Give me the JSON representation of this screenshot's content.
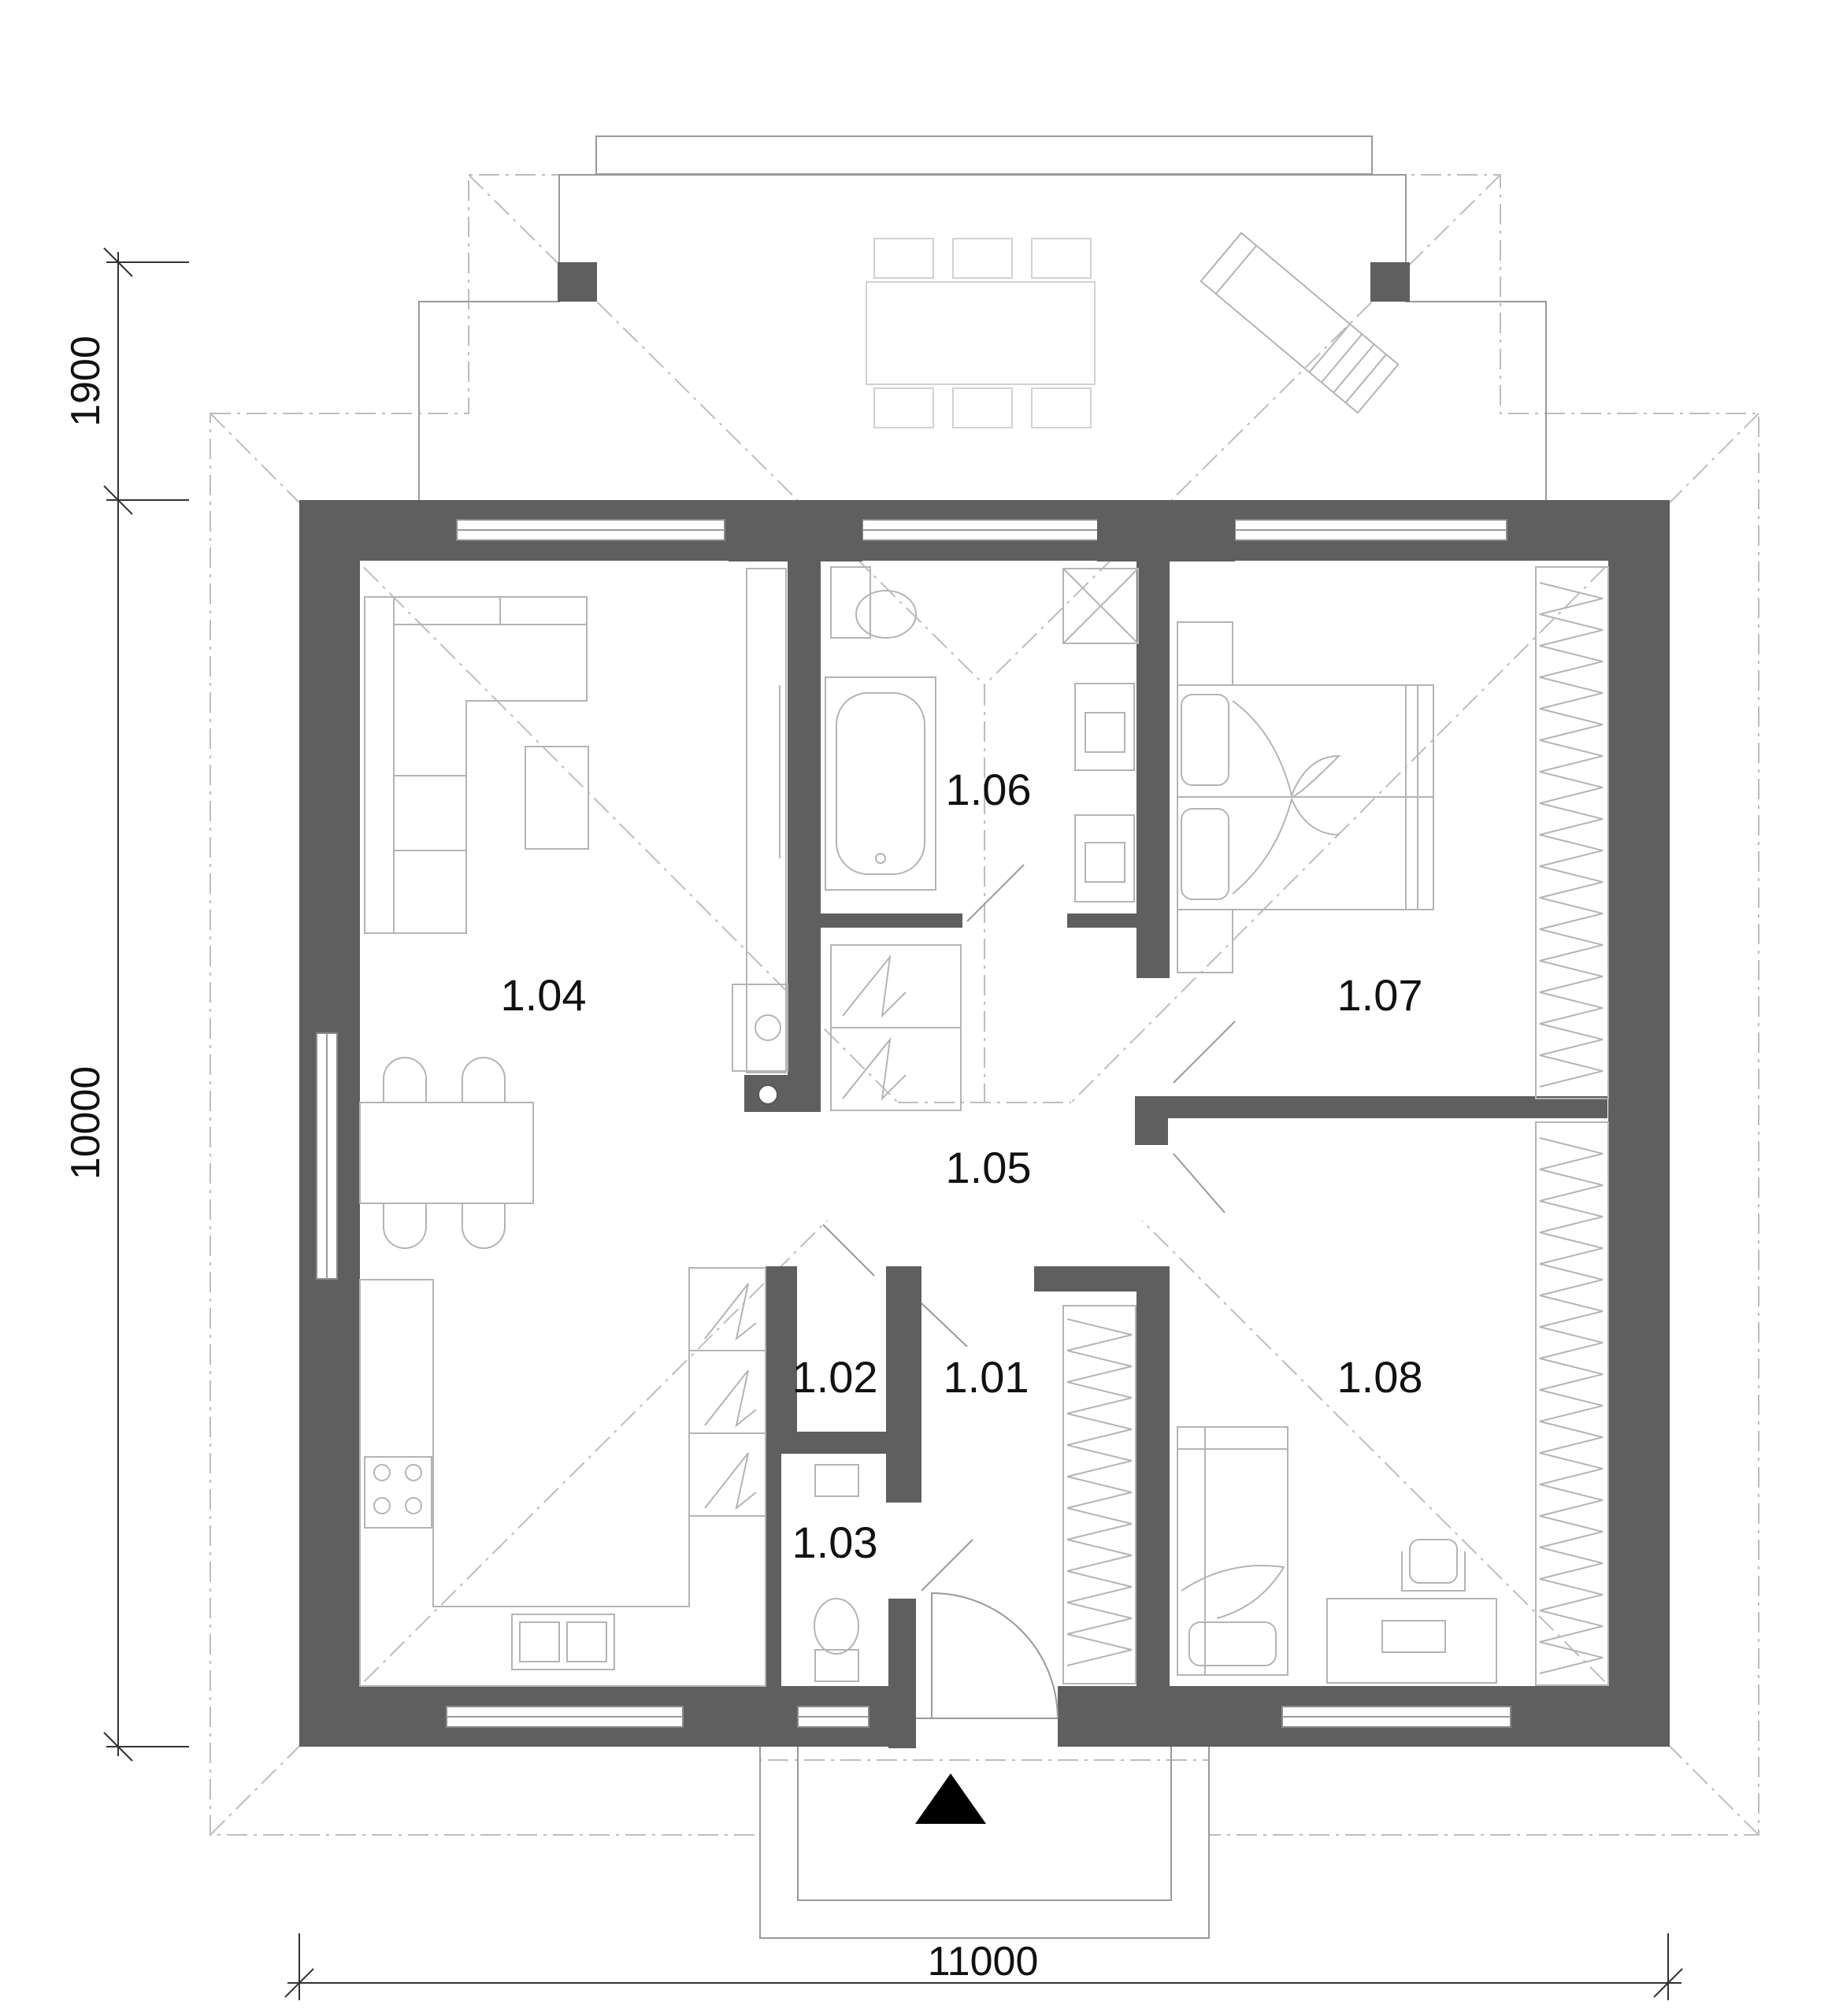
{
  "rooms": {
    "r101": "1.01",
    "r102": "1.02",
    "r103": "1.03",
    "r104": "1.04",
    "r105": "1.05",
    "r106": "1.06",
    "r107": "1.07",
    "r108": "1.08"
  },
  "dimensions": {
    "width_total": "11000",
    "depth_main": "10000",
    "depth_terrace": "1900"
  },
  "colors": {
    "wall": "#5f5f5f",
    "furniture_line": "#b4b4b4",
    "entrance_marker": "#000000"
  }
}
